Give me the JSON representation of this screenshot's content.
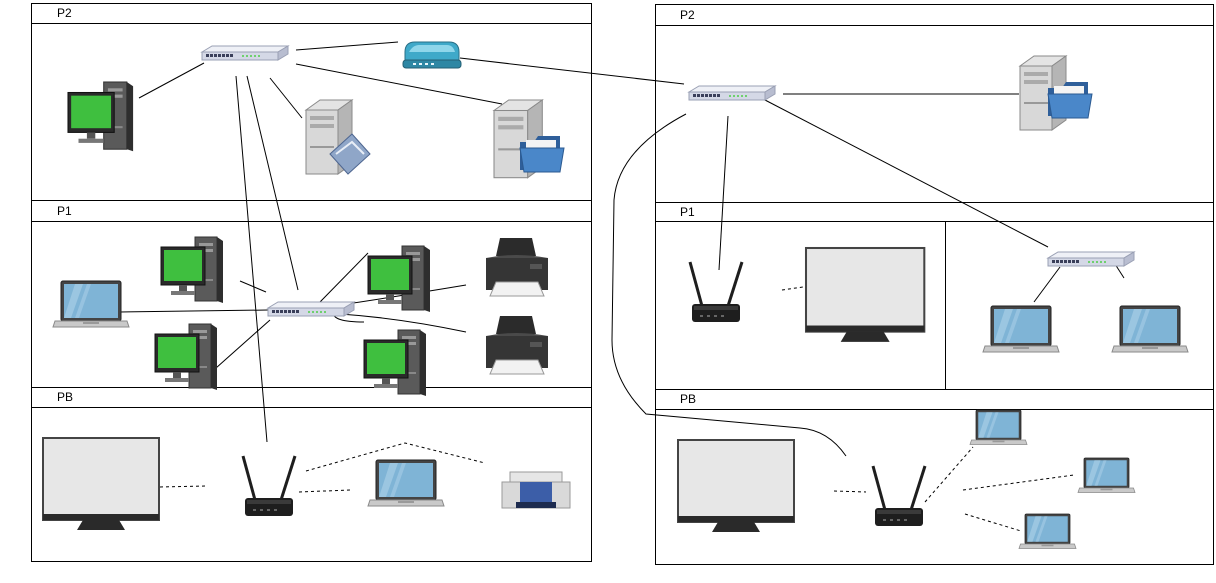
{
  "left_building": {
    "floors": [
      {
        "label": "P2"
      },
      {
        "label": "P1"
      },
      {
        "label": "PB"
      }
    ]
  },
  "right_building": {
    "floors": [
      {
        "label": "P2"
      },
      {
        "label": "P1"
      },
      {
        "label": "PB"
      }
    ]
  },
  "icons": {
    "switch": "network-switch-icon",
    "modem": "modem-icon",
    "desktop": "desktop-computer-icon",
    "server_mail": "mail-server-icon",
    "server_file": "file-server-icon",
    "laptop": "laptop-icon",
    "printer": "printer-icon",
    "router": "wifi-router-icon",
    "screen": "wall-screen-icon"
  },
  "colors": {
    "monitor_screen": "#3fbf3f",
    "laptop_screen": "#7fb4d6",
    "device_dark": "#1e1e1e",
    "folder": "#3d72b0",
    "line": "#000000"
  }
}
